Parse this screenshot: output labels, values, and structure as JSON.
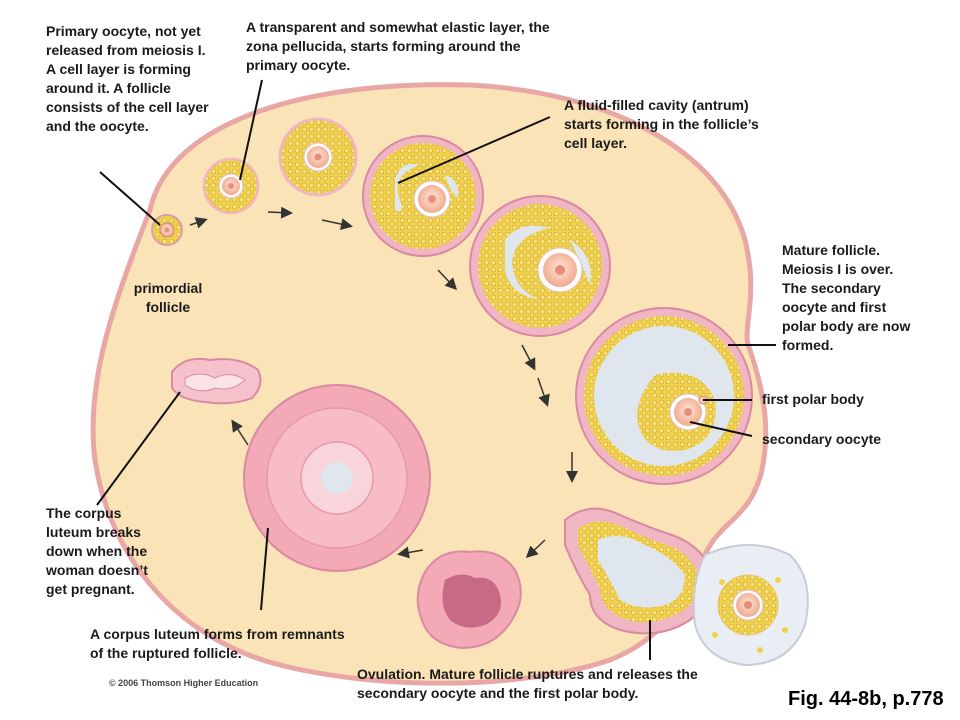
{
  "labels": {
    "primary_oocyte": "Primary oocyte, not yet released from meiosis I.  A cell layer is forming around it. A follicle consists of the cell layer and the oocyte.",
    "zona_pellucida": "A transparent and somewhat elastic layer, the zona pellucida, starts forming around the primary oocyte.",
    "antrum": "A fluid-filled  cavity (antrum) starts forming in the follicle’s   cell layer.",
    "primordial_follicle": "primordial follicle",
    "mature_follicle": "Mature follicle. Meiosis I is over. The secondary oocyte and first polar body are now formed.",
    "first_polar_body": "first polar body",
    "secondary_oocyte": "secondary oocyte",
    "corpus_luteum_breaks": "The corpus luteum breaks down when the woman doesn’t get pregnant.",
    "corpus_luteum_forms": "A corpus luteum forms from remnants of the ruptured follicle.",
    "ovulation": "Ovulation. Mature follicle ruptures and releases the secondary oocyte and the first polar body."
  },
  "copyright": "© 2006 Thomson Higher Education",
  "caption": "Fig. 44-8b, p.778",
  "colors": {
    "ovary_fill": "#fbe3b8",
    "ovary_stroke": "#e8a7a4",
    "granulosa": "#f2d24c",
    "theca": "#f0b6c4",
    "antrum_fluid": "#dfe6ee",
    "oocyte": "#f7c3a6",
    "corpus_luteum": "#f4a9b6",
    "leader_line": "#111111"
  }
}
